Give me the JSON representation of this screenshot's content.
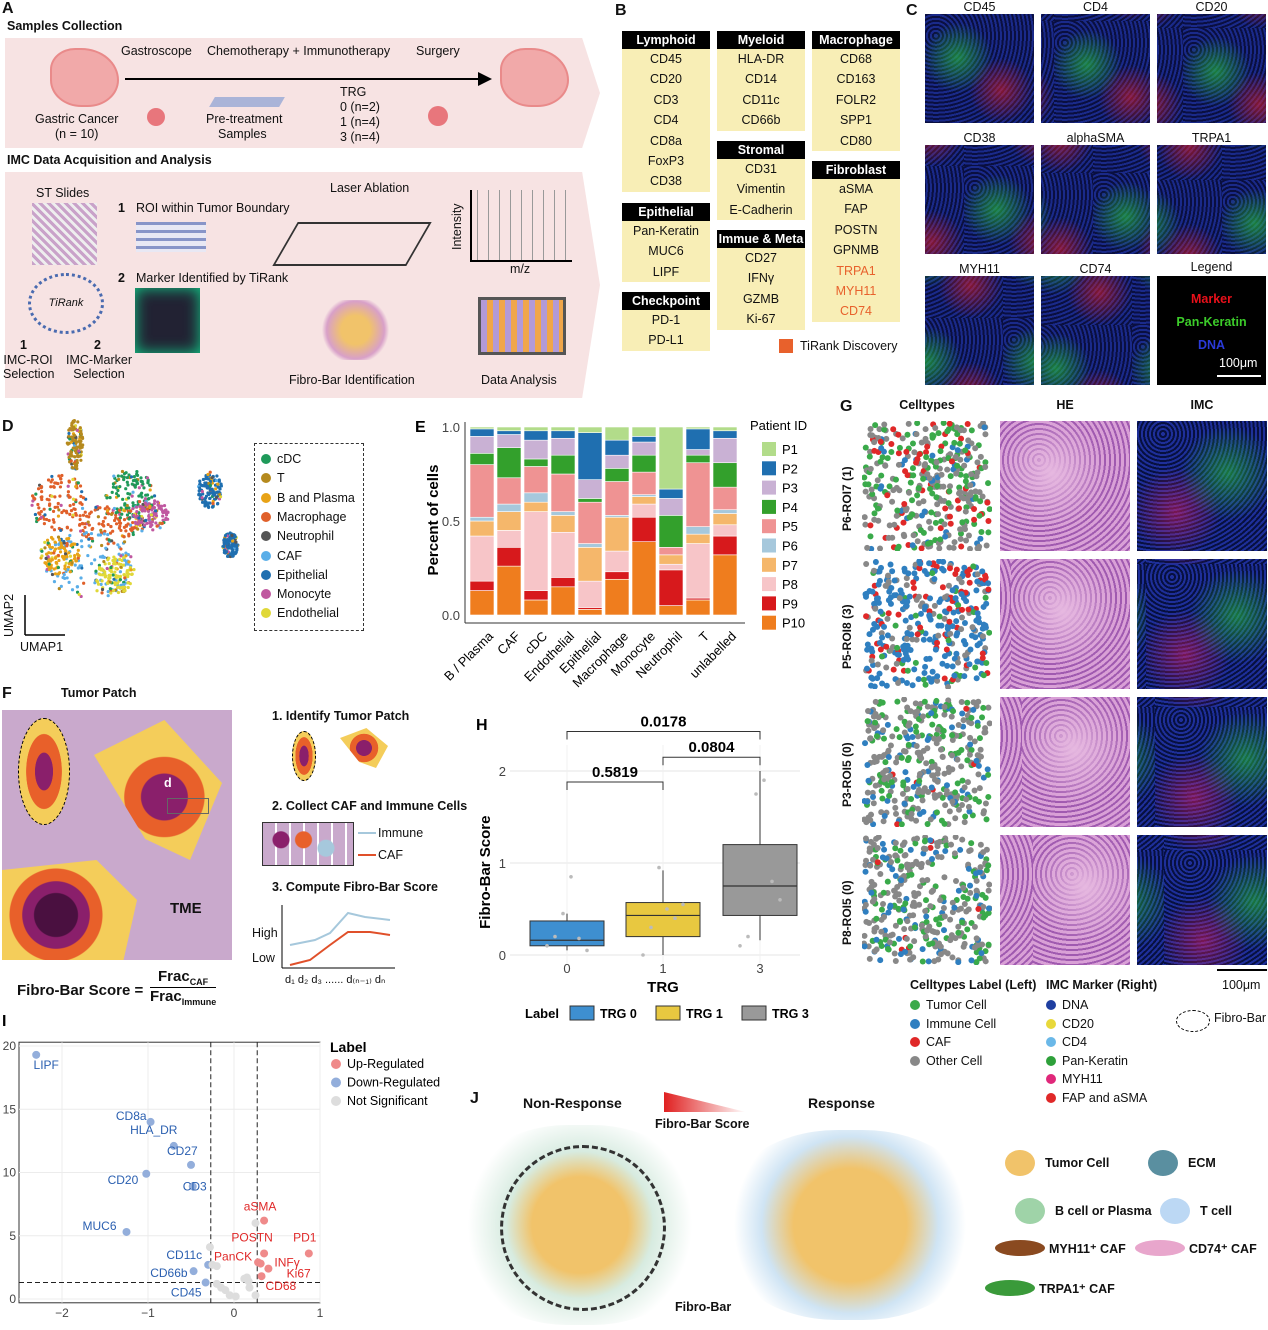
{
  "panel_letters": {
    "A": "A",
    "B": "B",
    "C": "C",
    "D": "D",
    "E": "E",
    "F": "F",
    "G": "G",
    "H": "H",
    "I": "I",
    "J": "J"
  },
  "A": {
    "title1": "Samples Collection",
    "gastroscope": "Gastroscope",
    "chemo": "Chemotherapy + Immunotherapy",
    "surgery": "Surgery",
    "gc": "Gastric Cancer",
    "n": "(n = 10)",
    "pre1": "Pre-treatment",
    "pre2": "Samples",
    "trg": "TRG",
    "trg0": "0 (n=2)",
    "trg1": "1 (n=4)",
    "trg3": "3 (n=4)",
    "title2": "IMC Data Acquisition and Analysis",
    "st": "ST Slides",
    "roi": "ROI within Tumor Boundary",
    "laser": "Laser Ablation",
    "intensity": "Intensity",
    "mz": "m/z",
    "marker": "Marker Identified by TiRank",
    "tirank": "TiRank",
    "n1": "1",
    "n2": "2",
    "roisel1": "IMC-ROI",
    "roisel2": "Selection",
    "mksel1": "IMC-Marker",
    "mksel2": "Selection",
    "fibro": "Fibro-Bar Identification",
    "analysis": "Data Analysis"
  },
  "B": {
    "groups": [
      {
        "title": "Lymphoid",
        "items": [
          "CD45",
          "CD20",
          "CD3",
          "CD4",
          "CD8a",
          "FoxP3",
          "CD38"
        ]
      },
      {
        "title": "Epithelial",
        "items": [
          "Pan-Keratin",
          "MUC6",
          "LIPF"
        ]
      },
      {
        "title": "Checkpoint",
        "items": [
          "PD-1",
          "PD-L1"
        ]
      },
      {
        "title": "Myeloid",
        "items": [
          "HLA-DR",
          "CD14",
          "CD11c",
          "CD66b"
        ]
      },
      {
        "title": "Stromal",
        "items": [
          "CD31",
          "Vimentin",
          "E-Cadherin"
        ]
      },
      {
        "title": "Immue & Meta",
        "items": [
          "CD27",
          "IFNγ",
          "GZMB",
          "Ki-67"
        ]
      },
      {
        "title": "Macrophage",
        "items": [
          "CD68",
          "CD163",
          "FOLR2",
          "SPP1",
          "CD80"
        ]
      },
      {
        "title": "Fibroblast",
        "items": [
          "aSMA",
          "FAP",
          "POSTN",
          "GPNMB",
          "TRPA1",
          "MYH11",
          "CD74"
        ],
        "highlight": [
          "TRPA1",
          "MYH11",
          "CD74"
        ]
      }
    ],
    "legend": "TiRank Discovery",
    "highlight_color": "#e8612c"
  },
  "C": {
    "panels": [
      "CD45",
      "CD4",
      "CD20",
      "CD38",
      "alphaSMA",
      "TRPA1",
      "MYH11",
      "CD74"
    ],
    "legend_title": "Legend",
    "marker": "Marker",
    "pan": "Pan-Keratin",
    "dna": "DNA",
    "scale": "100μm"
  },
  "D": {
    "legend": [
      {
        "label": "cDC",
        "color": "#1f9a5a"
      },
      {
        "label": "T",
        "color": "#b58a1e"
      },
      {
        "label": "B and Plasma",
        "color": "#e8a317"
      },
      {
        "label": "Macrophage",
        "color": "#e0602a"
      },
      {
        "label": "Neutrophil",
        "color": "#555555"
      },
      {
        "label": "CAF",
        "color": "#5aaee8"
      },
      {
        "label": "Epithelial",
        "color": "#1f6fb0"
      },
      {
        "label": "Monocyte",
        "color": "#c058a0"
      },
      {
        "label": "Endothelial",
        "color": "#e0d838"
      }
    ],
    "x": "UMAP1",
    "y": "UMAP2"
  },
  "chart_data": [
    {
      "type": "bar",
      "stacked": true,
      "title": "",
      "ylabel": "Percent of cells",
      "xlabel": "",
      "ylim": [
        0,
        1
      ],
      "yticks": [
        "0.0",
        "0.5",
        "1.0"
      ],
      "categories": [
        "B / Plasma",
        "CAF",
        "cDC",
        "Endothelial",
        "Epithelial",
        "Macrophage",
        "Monocyte",
        "Neutrophil",
        "T",
        "unlabelled"
      ],
      "legend_title": "Patient ID",
      "series": [
        {
          "name": "P10",
          "color": "#ef7d1e",
          "values": [
            0.13,
            0.26,
            0.08,
            0.15,
            0.03,
            0.19,
            0.39,
            0.05,
            0.08,
            0.32
          ]
        },
        {
          "name": "P9",
          "color": "#d7191c",
          "values": [
            0.05,
            0.1,
            0.05,
            0.05,
            0.01,
            0.04,
            0.13,
            0.19,
            0.01,
            0.1
          ]
        },
        {
          "name": "P8",
          "color": "#f7c5c8",
          "values": [
            0.24,
            0.09,
            0.42,
            0.24,
            0.14,
            0.11,
            0.07,
            0.03,
            0.29,
            0.06
          ]
        },
        {
          "name": "P7",
          "color": "#f5b76b",
          "values": [
            0.08,
            0.1,
            0.05,
            0.09,
            0.18,
            0.18,
            0.04,
            0.05,
            0.05,
            0.06
          ]
        },
        {
          "name": "P6",
          "color": "#a6c8dc",
          "values": [
            0.02,
            0.04,
            0.05,
            0.02,
            0.02,
            0.01,
            0.01,
            0.0,
            0.04,
            0.02
          ]
        },
        {
          "name": "P5",
          "color": "#ef9393",
          "values": [
            0.28,
            0.14,
            0.14,
            0.2,
            0.22,
            0.18,
            0.12,
            0.04,
            0.34,
            0.12
          ]
        },
        {
          "name": "P4",
          "color": "#33a02c",
          "values": [
            0.06,
            0.16,
            0.04,
            0.1,
            0.02,
            0.07,
            0.09,
            0.17,
            0.04,
            0.13
          ]
        },
        {
          "name": "P3",
          "color": "#c9b1d4",
          "values": [
            0.09,
            0.07,
            0.1,
            0.09,
            0.1,
            0.07,
            0.07,
            0.09,
            0.03,
            0.13
          ]
        },
        {
          "name": "P2",
          "color": "#1f6fb0",
          "values": [
            0.04,
            0.02,
            0.05,
            0.04,
            0.25,
            0.08,
            0.03,
            0.05,
            0.11,
            0.04
          ]
        },
        {
          "name": "P1",
          "color": "#b2dc8a",
          "values": [
            0.01,
            0.02,
            0.02,
            0.02,
            0.03,
            0.07,
            0.05,
            0.33,
            0.01,
            0.02
          ]
        }
      ]
    },
    {
      "type": "box",
      "ylabel": "Fibro-Bar Score",
      "xlabel": "TRG",
      "ylim": [
        0,
        2.2
      ],
      "yticks": [
        "0",
        "1",
        "2"
      ],
      "categories": [
        "0",
        "1",
        "3"
      ],
      "groups": [
        {
          "name": "TRG 0",
          "color": "#3e8fd0",
          "q1": 0.1,
          "median": 0.16,
          "q3": 0.37,
          "min": 0.05,
          "max": 0.45,
          "points": [
            0.1,
            0.2,
            0.45,
            0.85,
            0.18,
            0.05
          ]
        },
        {
          "name": "TRG 1",
          "color": "#e8c840",
          "q1": 0.2,
          "median": 0.43,
          "q3": 0.57,
          "min": 0.0,
          "max": 0.92,
          "points": [
            0.0,
            0.3,
            0.95,
            0.5,
            0.4,
            0.55
          ]
        },
        {
          "name": "TRG 3",
          "color": "#999999",
          "q1": 0.43,
          "median": 0.75,
          "q3": 1.2,
          "min": 0.16,
          "max": 2.0,
          "points": [
            0.1,
            0.2,
            1.75,
            1.9,
            0.8,
            0.6
          ]
        }
      ],
      "comparisons": [
        {
          "pair": [
            "0",
            "1"
          ],
          "p": "0.5819"
        },
        {
          "pair": [
            "1",
            "3"
          ],
          "p": "0.0804"
        },
        {
          "pair": [
            "0",
            "3"
          ],
          "p": "0.0178"
        }
      ],
      "legend_title": "Label"
    },
    {
      "type": "scatter",
      "title": "volcano",
      "xlim": [
        -2.5,
        1
      ],
      "ylim": [
        -0.3,
        20.3
      ],
      "xticks": [
        -2,
        -1,
        0,
        1
      ],
      "yticks": [
        0,
        5,
        10,
        15,
        20
      ],
      "thresholds": {
        "x": [
          -0.27,
          0.27
        ],
        "y": 1.3
      },
      "legend_title": "Label",
      "legend": [
        {
          "label": "Up-Regulated",
          "color": "#ef8a8a"
        },
        {
          "label": "Down-Regulated",
          "color": "#93aedb"
        },
        {
          "label": "Not Significant",
          "color": "#dddddd"
        }
      ],
      "points": [
        {
          "x": -2.3,
          "y": 19.3,
          "label": "LIPF",
          "cat": "down"
        },
        {
          "x": -0.97,
          "y": 14,
          "label": "CD8a",
          "cat": "down"
        },
        {
          "x": -0.7,
          "y": 12.1,
          "label": "HLA_DR",
          "cat": "down"
        },
        {
          "x": -0.5,
          "y": 10.6,
          "label": "CD27",
          "cat": "down"
        },
        {
          "x": -0.48,
          "y": 8.9,
          "label": "CD3",
          "cat": "down"
        },
        {
          "x": -1.02,
          "y": 9.9,
          "label": "CD20",
          "cat": "down"
        },
        {
          "x": -1.25,
          "y": 5.3,
          "label": "MUC6",
          "cat": "down"
        },
        {
          "x": -0.3,
          "y": 2.7,
          "label": "CD11c",
          "cat": "down"
        },
        {
          "x": -0.47,
          "y": 2.2,
          "label": "CD66b",
          "cat": "down"
        },
        {
          "x": -0.33,
          "y": 1.3,
          "label": "CD45",
          "cat": "down"
        },
        {
          "x": 0.35,
          "y": 6.2,
          "label": "aSMA",
          "cat": "up"
        },
        {
          "x": 0.35,
          "y": 3.6,
          "label": "POSTN",
          "cat": "up"
        },
        {
          "x": 0.87,
          "y": 3.6,
          "label": "PD1",
          "cat": "up"
        },
        {
          "x": 0.28,
          "y": 2.9,
          "label": "PanCK",
          "cat": "up"
        },
        {
          "x": 0.4,
          "y": 2.4,
          "label": "INFγ",
          "cat": "up"
        },
        {
          "x": 0.31,
          "y": 2.8,
          "label": "Ki67",
          "cat": "up"
        },
        {
          "x": 0.32,
          "y": 1.8,
          "label": "CD68",
          "cat": "up"
        },
        {
          "x": -0.28,
          "y": 4.1,
          "cat": "ns"
        },
        {
          "x": 0.25,
          "y": 6.0,
          "cat": "ns"
        },
        {
          "x": -0.25,
          "y": 2.7,
          "cat": "ns"
        },
        {
          "x": -0.2,
          "y": 2.6,
          "cat": "ns"
        },
        {
          "x": -0.2,
          "y": 1.2,
          "cat": "ns"
        },
        {
          "x": -0.15,
          "y": 0.9,
          "cat": "ns"
        },
        {
          "x": -0.1,
          "y": 0.7,
          "cat": "ns"
        },
        {
          "x": -0.05,
          "y": 0.3,
          "cat": "ns"
        },
        {
          "x": 0.02,
          "y": 0.2,
          "cat": "ns"
        },
        {
          "x": 0.12,
          "y": 1.6,
          "cat": "ns"
        },
        {
          "x": 0.17,
          "y": 1.4,
          "cat": "ns"
        },
        {
          "x": 0.18,
          "y": 0.9,
          "cat": "ns"
        },
        {
          "x": 0.15,
          "y": 1.7,
          "cat": "ns"
        },
        {
          "x": 0.25,
          "y": 0.3,
          "cat": "ns"
        }
      ]
    }
  ],
  "F": {
    "tumor_patch": "Tumor Patch",
    "d": "d",
    "step1": "1. Identify Tumor Patch",
    "step2": "2. Collect CAF and Immune Cells",
    "step3": "3. Compute Fibro-Bar Score",
    "immune": "Immune",
    "caf": "CAF",
    "tme": "TME",
    "high": "High",
    "low": "Low",
    "xticks": "d₁  d₂  d₃ ...... d₍ₙ₋₁₎ dₙ",
    "formula_lhs": "Fibro-Bar Score =",
    "num": "Frac",
    "num_sub": "CAF",
    "den": "Frac",
    "den_sub": "Immune"
  },
  "G": {
    "headers": [
      "Celltypes",
      "HE",
      "IMC"
    ],
    "rows": [
      "P6-ROI7 (1)",
      "P5-ROI8 (3)",
      "P3-ROI5 (0)",
      "P8-ROI5 (0)"
    ],
    "scale": "100μm",
    "left_title": "Celltypes Label (Left)",
    "left": [
      {
        "label": "Tumor Cell",
        "color": "#3aaa4a"
      },
      {
        "label": "Immune Cell",
        "color": "#2f7fc0"
      },
      {
        "label": "CAF",
        "color": "#e02828"
      },
      {
        "label": "Other Cell",
        "color": "#888888"
      }
    ],
    "right_title": "IMC Marker (Right)",
    "right": [
      {
        "label": "DNA",
        "color": "#1f3fa0"
      },
      {
        "label": "CD20",
        "color": "#e8d83a"
      },
      {
        "label": "CD4",
        "color": "#6ab8e8"
      },
      {
        "label": "Pan-Keratin",
        "color": "#2ea03a"
      },
      {
        "label": "MYH11",
        "color": "#e0287a"
      },
      {
        "label": "FAP and aSMA",
        "color": "#e02828"
      }
    ],
    "fibrobar": "Fibro-Bar"
  },
  "J": {
    "nonresp": "Non-Response",
    "resp": "Response",
    "score": "Fibro-Bar Score",
    "fibrobar": "Fibro-Bar",
    "legend": [
      "Tumor Cell",
      "ECM",
      "B cell or Plasma",
      "T cell",
      "MYH11⁺ CAF",
      "CD74⁺ CAF",
      "TRPA1⁺ CAF"
    ]
  }
}
